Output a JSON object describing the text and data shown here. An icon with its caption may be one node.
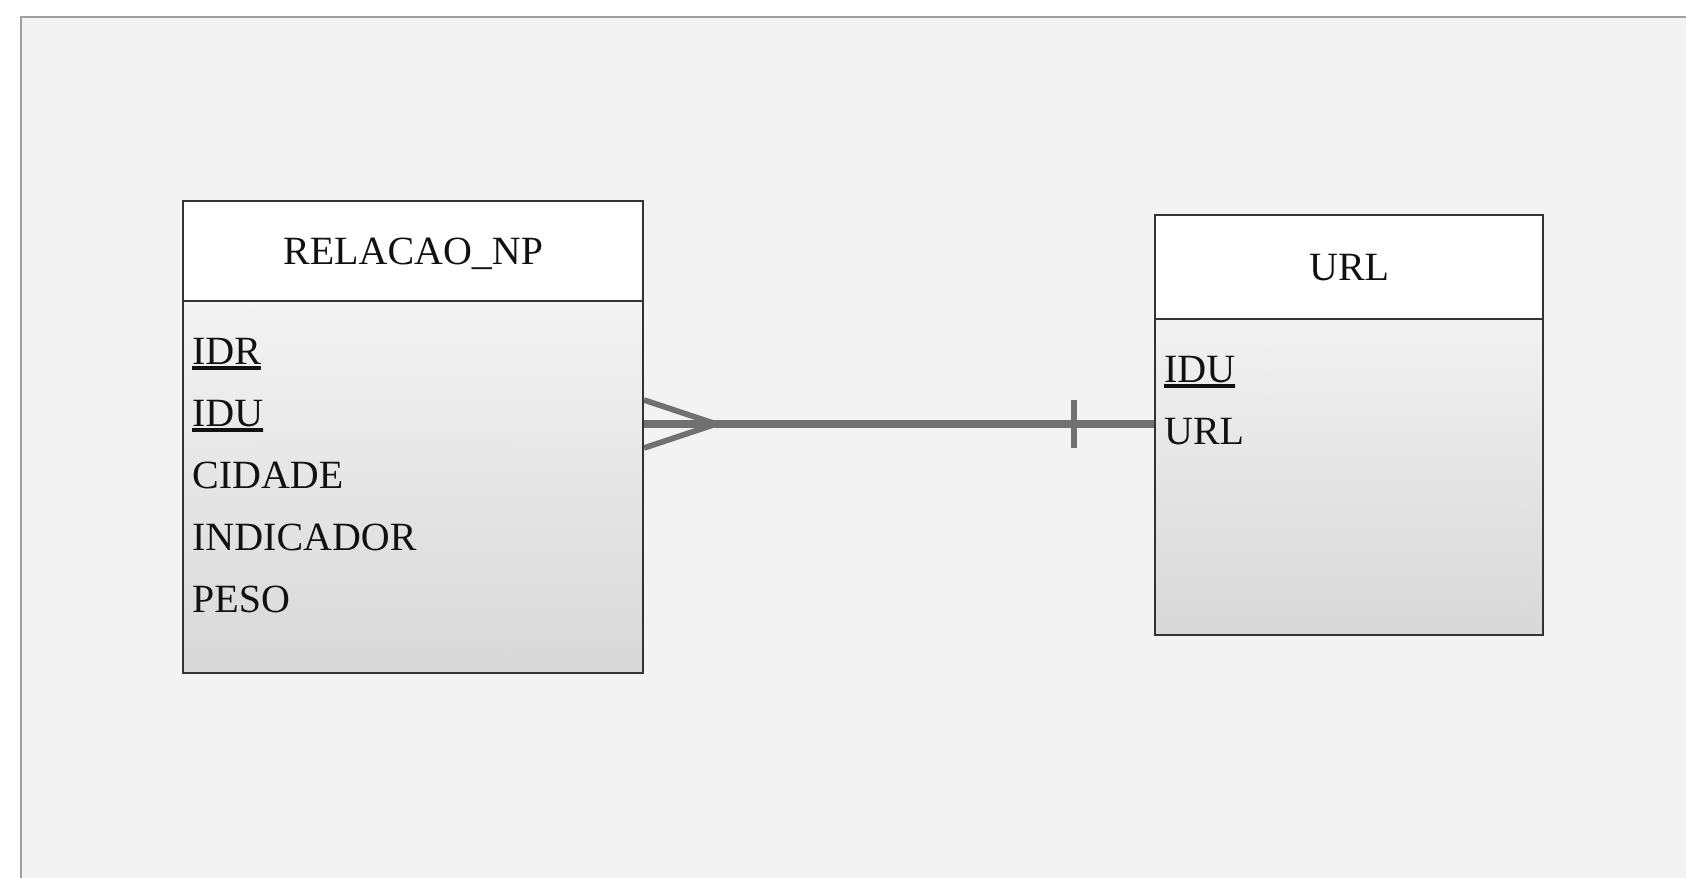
{
  "diagram": {
    "nodes": [
      {
        "text": [
          "RELACAO_NP",
          "IDR",
          "IDU",
          "CIDADE",
          "INDICADOR",
          "PESO"
        ]
      },
      {
        "text": [
          "URL",
          "IDU",
          "URL"
        ]
      }
    ],
    "edges": [
      {
        "from": 0,
        "to": 1,
        "arrow": "other"
      }
    ]
  }
}
